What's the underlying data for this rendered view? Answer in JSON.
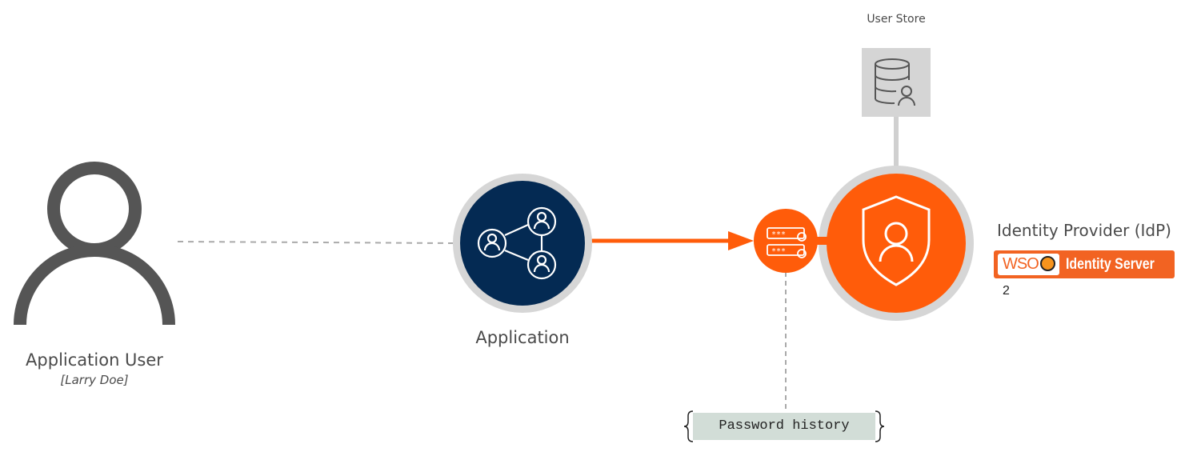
{
  "nodes": {
    "user": {
      "label": "Application User",
      "sublabel": "[Larry Doe]"
    },
    "application": {
      "label": "Application"
    },
    "user_store": {
      "label": "User Store"
    },
    "idp": {
      "label": "Identity Provider (IdP)"
    }
  },
  "logo": {
    "wso_text": "WSO",
    "sub_text": "2",
    "product_text": "Identity Server"
  },
  "password_policy": {
    "label": "Password history"
  },
  "colors": {
    "accent_orange": "#ff5c0a",
    "navy": "#042a53",
    "ring_gray": "#d6d6d6",
    "person_gray": "#555555",
    "store_gray": "#d5d5d5",
    "history_bg": "#d2ddd7",
    "dashed_line": "#aaaaaa"
  },
  "icons": {
    "user": "person-icon",
    "application": "connected-users-icon",
    "user_store": "database-user-icon",
    "policy": "password-lock-icon",
    "idp": "shield-user-icon"
  }
}
